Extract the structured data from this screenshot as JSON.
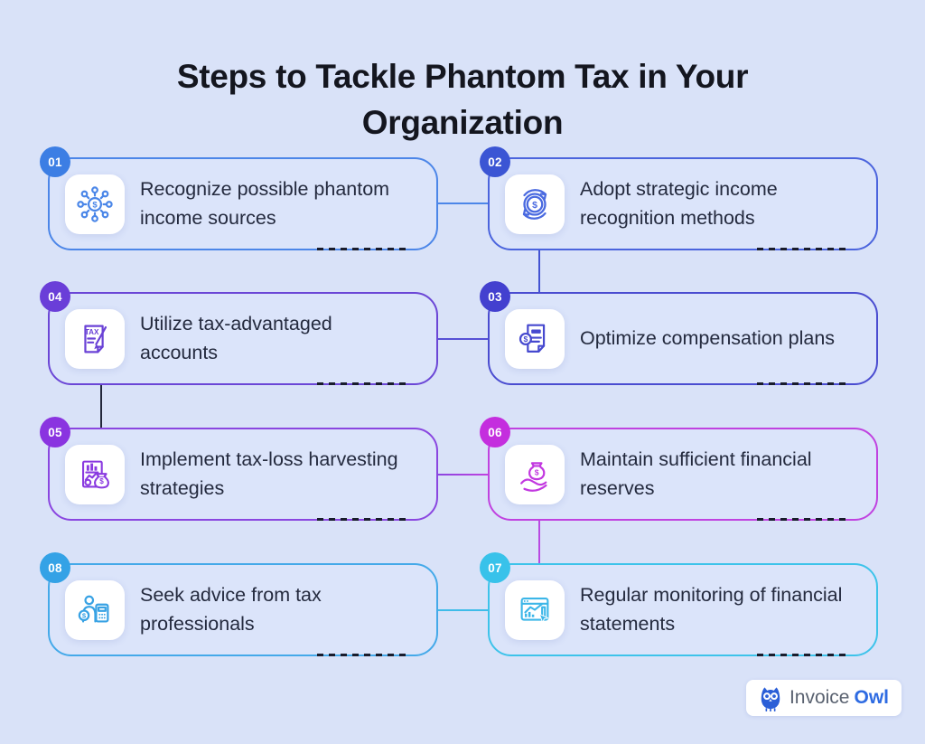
{
  "title": "Steps to Tackle Phantom Tax in Your Organization",
  "background_color": "#d9e2f8",
  "steps": [
    {
      "number": "01",
      "label": "Recognize possible phantom\nincome sources",
      "icon": "money-network-icon",
      "border_color": "#4c86e8",
      "badge_color": "#3c7ee4",
      "icon_color": "#4a86e8"
    },
    {
      "number": "02",
      "label": "Adopt strategic income\nrecognition methods",
      "icon": "income-cycle-icon",
      "border_color": "#4b64dd",
      "badge_color": "#3b55d4",
      "icon_color": "#4a6ae0"
    },
    {
      "number": "03",
      "label": "Optimize compensation plans",
      "icon": "salary-document-icon",
      "border_color": "#4a4cd0",
      "badge_color": "#4340cf",
      "icon_color": "#4649cf"
    },
    {
      "number": "04",
      "label": "Utilize tax-advantaged\naccounts",
      "icon": "tax-document-pen-icon",
      "border_color": "#6b46d6",
      "badge_color": "#6a3ed8",
      "icon_color": "#6a42d6"
    },
    {
      "number": "05",
      "label": "Implement tax-loss harvesting\nstrategies",
      "icon": "chart-moneybag-icon",
      "border_color": "#8a46e0",
      "badge_color": "#8a34e0",
      "icon_color": "#8a3ae0"
    },
    {
      "number": "06",
      "label": "Maintain sufficient financial\nreserves",
      "icon": "hand-moneybag-icon",
      "border_color": "#c042e0",
      "badge_color": "#c42ede",
      "icon_color": "#c238e0"
    },
    {
      "number": "07",
      "label": "Regular monitoring of financial\nstatements",
      "icon": "monitor-chart-icon",
      "border_color": "#3dc3ea",
      "badge_color": "#38c2ea",
      "icon_color": "#3cb6e8"
    },
    {
      "number": "08",
      "label": "Seek advice from tax\nprofessionals",
      "icon": "advisor-calculator-icon",
      "border_color": "#44a9e9",
      "badge_color": "#34a2e6",
      "icon_color": "#38a2e4"
    }
  ],
  "connectors": [
    {
      "from": "01",
      "to": "02",
      "orientation": "horizontal",
      "color": "#4c86e8"
    },
    {
      "from": "02",
      "to": "03",
      "orientation": "vertical",
      "color": "#4353d2"
    },
    {
      "from": "03",
      "to": "04",
      "orientation": "horizontal",
      "color": "#5751d5"
    },
    {
      "from": "04",
      "to": "05",
      "orientation": "vertical",
      "color": "#23273a"
    },
    {
      "from": "05",
      "to": "06",
      "orientation": "horizontal",
      "color": "#a344e0"
    },
    {
      "from": "06",
      "to": "07",
      "orientation": "vertical",
      "color": "#b94ae2"
    },
    {
      "from": "07",
      "to": "08",
      "orientation": "horizontal",
      "color": "#3fbce9"
    }
  ],
  "logo": {
    "brand_part1": "Invoice",
    "brand_part2": "Owl",
    "brand_color": "#2e6be2"
  }
}
